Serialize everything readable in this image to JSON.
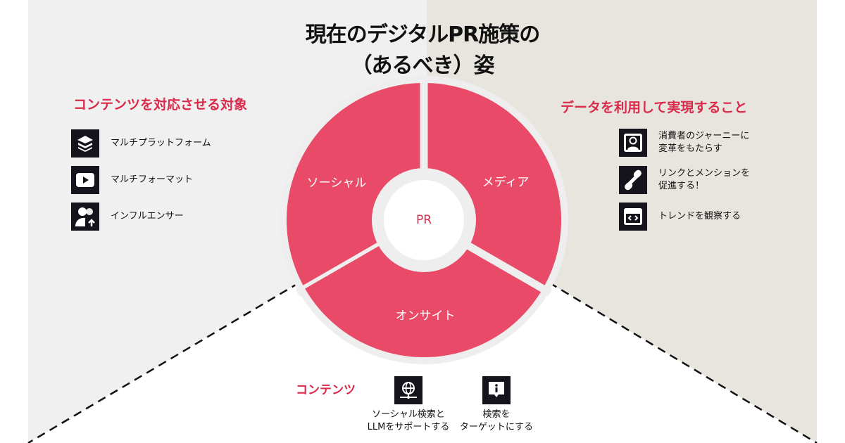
{
  "title": {
    "line1": "現在のデジタルPR施策の",
    "line2": "（あるべき）姿"
  },
  "left": {
    "heading": "コンテンツを対応させる対象",
    "items": [
      {
        "icon": "layers-icon",
        "label": "マルチプラットフォーム"
      },
      {
        "icon": "play-icon",
        "label": "マルチフォーマット"
      },
      {
        "icon": "influencer-icon",
        "label": "インフルエンサー"
      }
    ]
  },
  "right": {
    "heading": "データを利用して実現すること",
    "items": [
      {
        "icon": "user-profile-icon",
        "label": "消費者のジャーニーに\n変革をもたらす"
      },
      {
        "icon": "link-icon",
        "label": "リンクとメンションを\n促進する！"
      },
      {
        "icon": "code-window-icon",
        "label": "トレンドを観察する"
      }
    ]
  },
  "wheel": {
    "center": "PR",
    "segments": [
      "ソーシャル",
      "メディア",
      "オンサイト"
    ]
  },
  "bottom": {
    "heading": "コンテンツ",
    "items": [
      {
        "icon": "globe-network-icon",
        "label": "ソーシャル検索と\nLLMをサポートする"
      },
      {
        "icon": "info-bubble-icon",
        "label": "検索を\nターゲットにする"
      }
    ]
  },
  "colors": {
    "accent": "#e94a67",
    "heading": "#d92a4a",
    "left_bg": "#f0f0f0",
    "right_bg": "#e8e5df"
  }
}
